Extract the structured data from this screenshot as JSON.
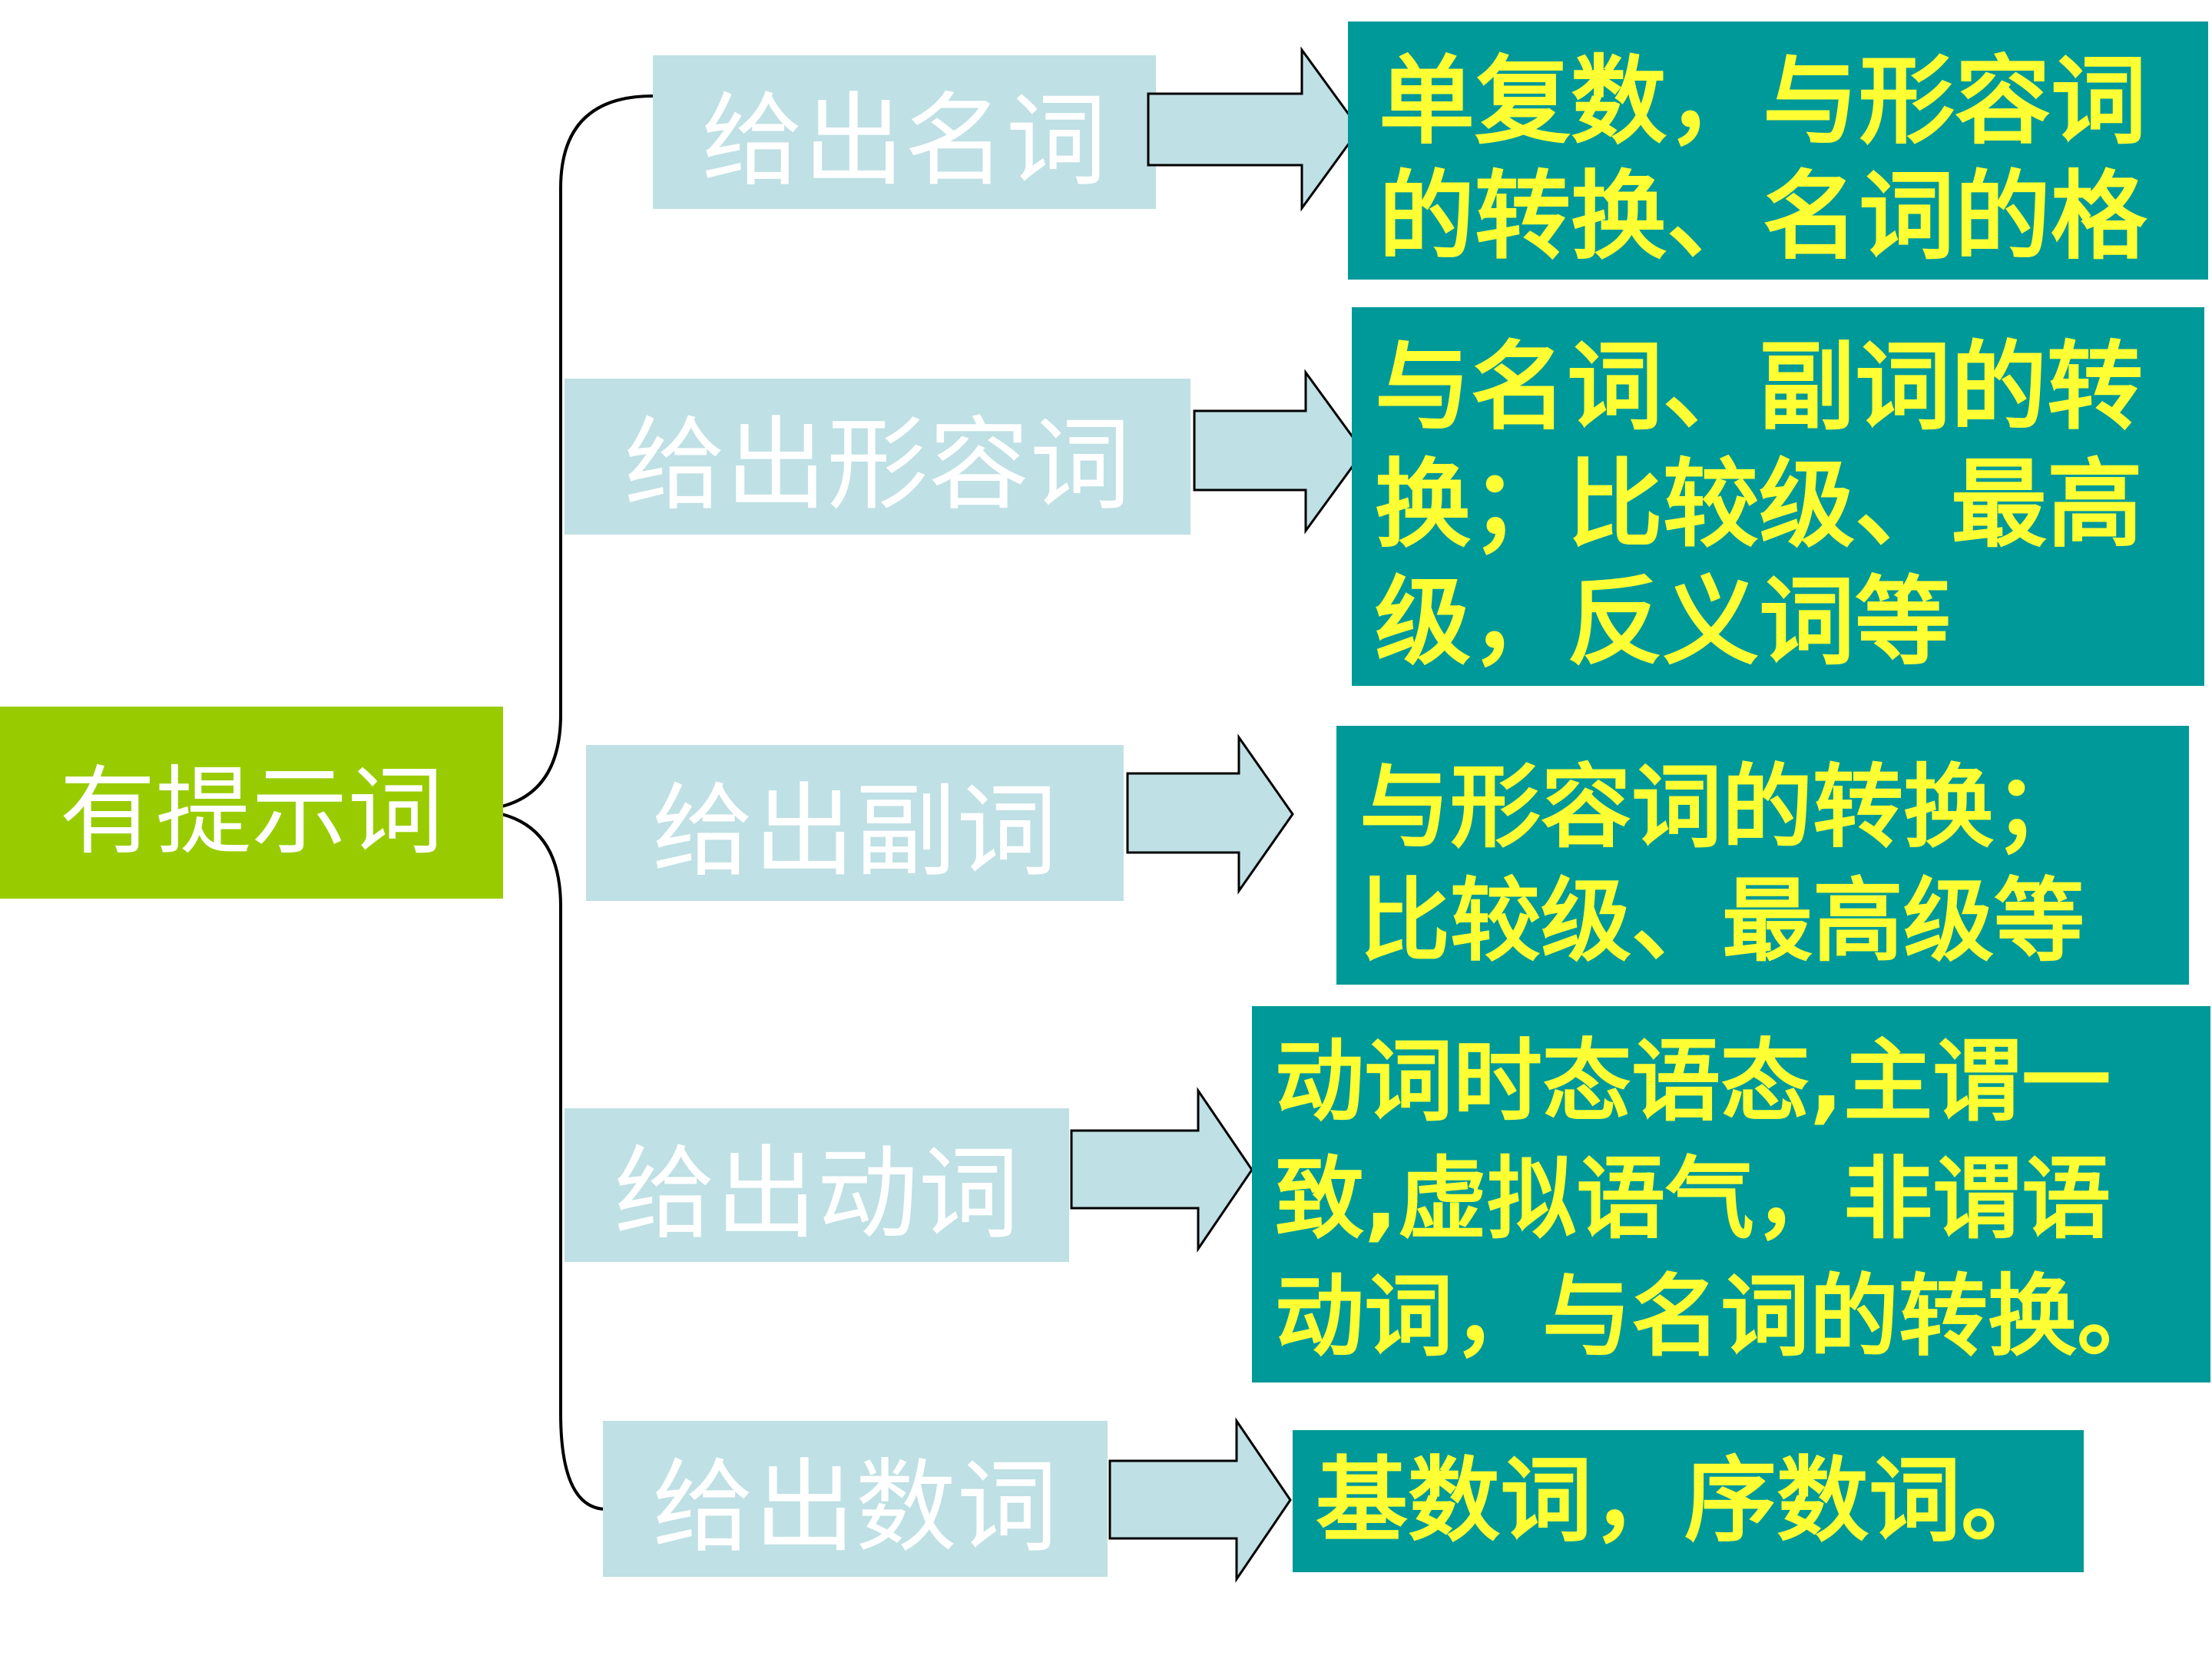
{
  "root": {
    "label": "有提示词"
  },
  "colors": {
    "root_fill": "#99cc00",
    "branch_fill": "#bfe0e4",
    "detail_fill": "#009999",
    "detail_text": "#ffff33",
    "branch_text": "#ffffff",
    "connector": "#000000",
    "arrow_fill": "#bfe0e4"
  },
  "branches": [
    {
      "label": "给出名词",
      "detail": [
        "单复数，与形容词",
        "的转换、名词的格"
      ]
    },
    {
      "label": "给出形容词",
      "detail": [
        "与名词、副词的转",
        "换；比较级、最高",
        "级，反义词等"
      ]
    },
    {
      "label": "给出副词",
      "detail": [
        "与形容词的转换；",
        "比较级、最高级等"
      ]
    },
    {
      "label": "给出动词",
      "detail": [
        "动词时态语态,主谓一",
        "致,虚拟语气，非谓语",
        "动词，与名词的转换。"
      ]
    },
    {
      "label": "给出数词",
      "detail": [
        "基数词，序数词。"
      ]
    }
  ]
}
